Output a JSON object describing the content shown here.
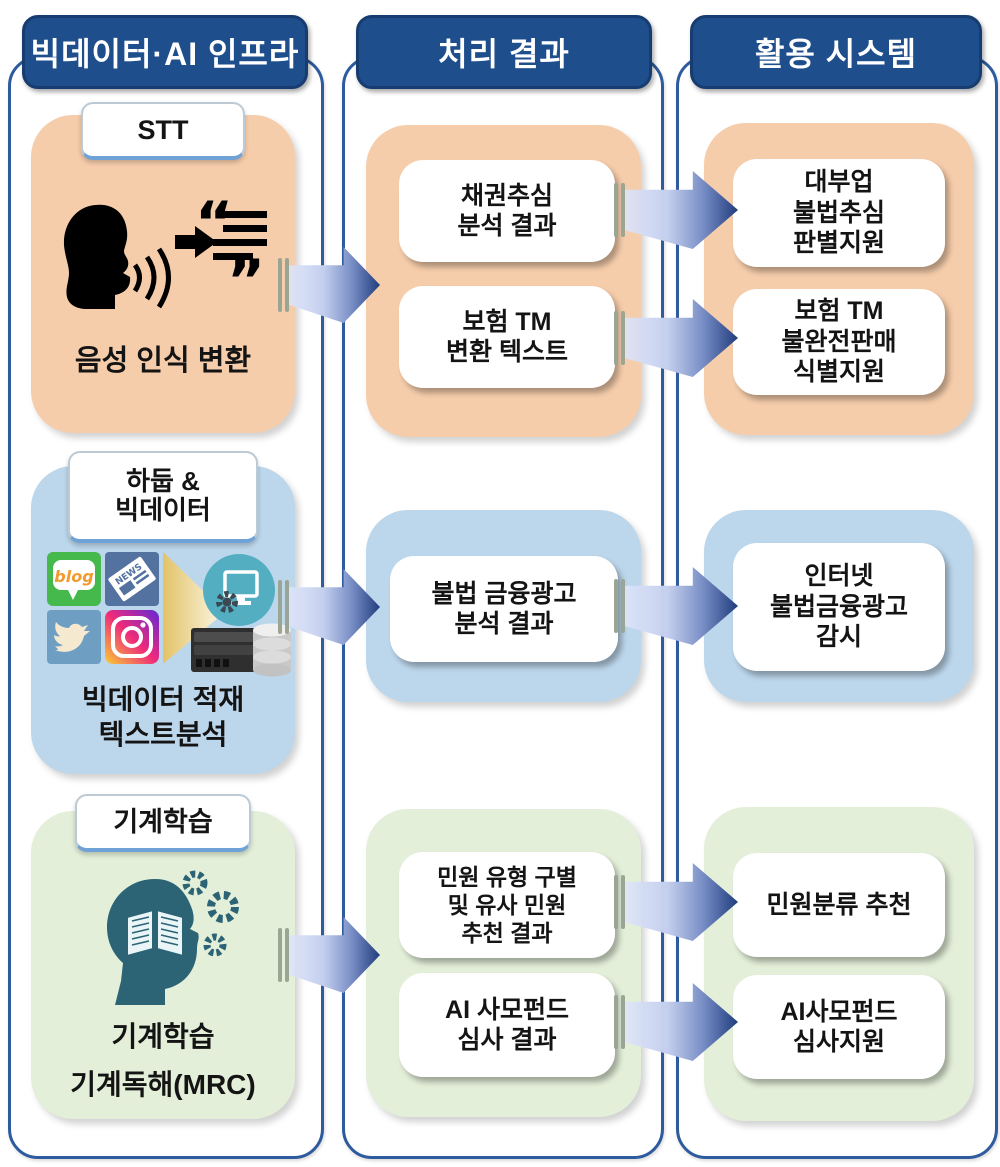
{
  "columns": [
    {
      "header": "빅데이터·AI 인프라"
    },
    {
      "header": "처리 결과"
    },
    {
      "header": "활용 시스템"
    }
  ],
  "infra": [
    {
      "tab": "STT",
      "caption": "음성 인식 변환",
      "icon": "speech-to-text-icon"
    },
    {
      "tab": "하둡 &\n빅데이터",
      "caption": "빅데이터 적재\n텍스트분석",
      "icon": "bigdata-pipeline-icon",
      "tiles": {
        "blog": "blog",
        "news": "NEWS"
      }
    },
    {
      "tab": "기계학습",
      "caption": "기계학습",
      "caption2": "기계독해(MRC)",
      "icon": "machine-learning-icon"
    }
  ],
  "results": {
    "r1": [
      "채권추심\n분석 결과",
      "보험 TM\n변환 텍스트"
    ],
    "r2": [
      "불법 금융광고\n분석 결과"
    ],
    "r3": [
      "민원 유형 구별\n및 유사 민원\n추천 결과",
      "AI 사모펀드\n심사 결과"
    ]
  },
  "systems": {
    "r1": [
      "대부업\n불법추심\n판별지원",
      "보험 TM\n불완전판매\n식별지원"
    ],
    "r2": [
      "인터넷\n불법금융광고\n감시"
    ],
    "r3": [
      "민원분류 추천",
      "AI사모펀드\n심사지원"
    ]
  },
  "icons": [
    "speech-to-text-icon",
    "bigdata-pipeline-icon",
    "machine-learning-icon",
    "flow-arrow"
  ],
  "colors": {
    "header_bg": "#1f4e8c",
    "panel_border": "#2d5b9e",
    "row1_bg": "#f6cdab",
    "row2_bg": "#bcd6eb",
    "row3_bg": "#e3efd9",
    "arrow_dark": "#203d7e",
    "arrow_light": "#dfe5fa",
    "tab_underline": "#6fa3d8"
  }
}
